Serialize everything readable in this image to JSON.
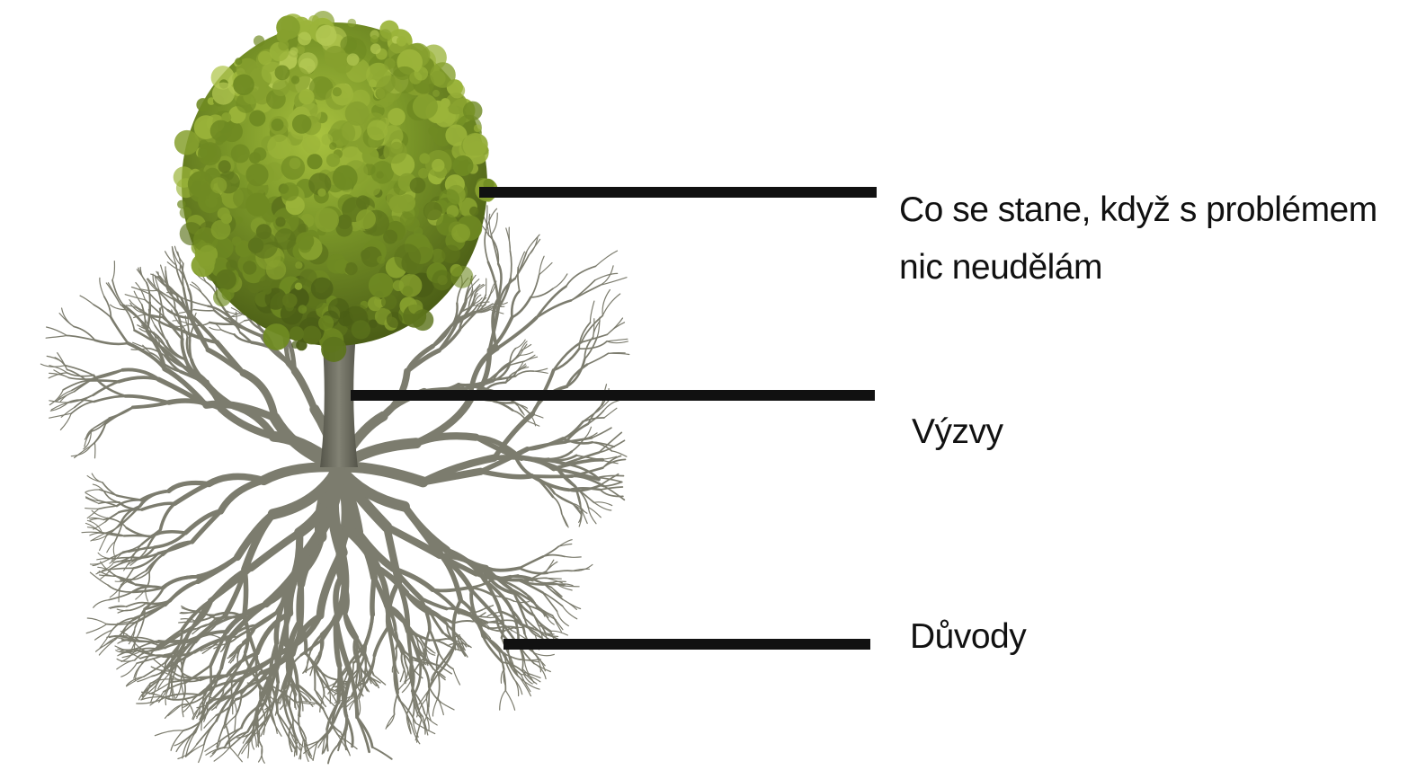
{
  "labels": {
    "crown": "Co se stane, když s problémem nic neudělám",
    "trunk": "Výzvy",
    "roots": "Důvody"
  },
  "colors": {
    "background": "#ffffff",
    "connector_line": "#111111",
    "text": "#111111",
    "foliage_dark": "#4b5e16",
    "foliage_mid": "#6f8a22",
    "foliage_light": "#9bb43a",
    "bark": "#6f6f62",
    "root": "#7c7c6e"
  },
  "icons": {
    "tree": "tree-with-roots-illustration"
  }
}
